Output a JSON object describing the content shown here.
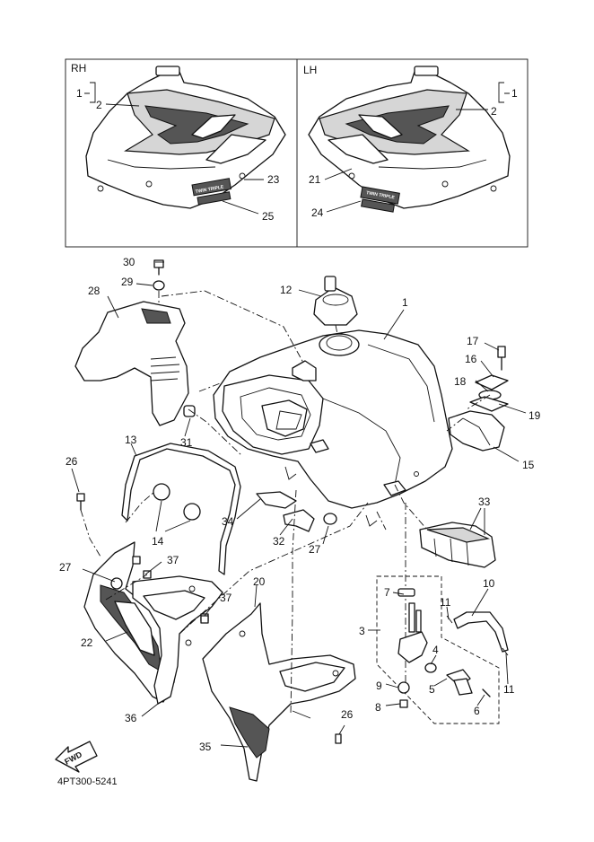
{
  "panels": {
    "right_label": "RH",
    "left_label": "LH"
  },
  "callouts": [
    {
      "id": "c1a",
      "text": "1"
    },
    {
      "id": "c2a",
      "text": "2"
    },
    {
      "id": "c23",
      "text": "23"
    },
    {
      "id": "c25",
      "text": "25"
    },
    {
      "id": "c1b",
      "text": "1"
    },
    {
      "id": "c2b",
      "text": "2"
    },
    {
      "id": "c21",
      "text": "21"
    },
    {
      "id": "c24",
      "text": "24"
    },
    {
      "id": "c30",
      "text": "30"
    },
    {
      "id": "c29",
      "text": "29"
    },
    {
      "id": "c28",
      "text": "28"
    },
    {
      "id": "c12",
      "text": "12"
    },
    {
      "id": "c1c",
      "text": "1"
    },
    {
      "id": "c17",
      "text": "17"
    },
    {
      "id": "c16",
      "text": "16"
    },
    {
      "id": "c18",
      "text": "18"
    },
    {
      "id": "c19",
      "text": "19"
    },
    {
      "id": "c15",
      "text": "15"
    },
    {
      "id": "c31",
      "text": "31"
    },
    {
      "id": "c13",
      "text": "13"
    },
    {
      "id": "c26a",
      "text": "26"
    },
    {
      "id": "c14",
      "text": "14"
    },
    {
      "id": "c34",
      "text": "34"
    },
    {
      "id": "c32",
      "text": "32"
    },
    {
      "id": "c27a",
      "text": "27"
    },
    {
      "id": "c33",
      "text": "33"
    },
    {
      "id": "c37a",
      "text": "37"
    },
    {
      "id": "c27b",
      "text": "27"
    },
    {
      "id": "c37b",
      "text": "37"
    },
    {
      "id": "c20",
      "text": "20"
    },
    {
      "id": "c7",
      "text": "7"
    },
    {
      "id": "c11a",
      "text": "11"
    },
    {
      "id": "c10",
      "text": "10"
    },
    {
      "id": "c3",
      "text": "3"
    },
    {
      "id": "c4",
      "text": "4"
    },
    {
      "id": "c22",
      "text": "22"
    },
    {
      "id": "c5",
      "text": "5"
    },
    {
      "id": "c11b",
      "text": "11"
    },
    {
      "id": "c9",
      "text": "9"
    },
    {
      "id": "c6",
      "text": "6"
    },
    {
      "id": "c8",
      "text": "8"
    },
    {
      "id": "c36",
      "text": "36"
    },
    {
      "id": "c26b",
      "text": "26"
    },
    {
      "id": "c35",
      "text": "35"
    }
  ],
  "decal_text": "TWIN TRIPLE",
  "fwd_label": "FWD",
  "footer_code": "4PT300-5241"
}
